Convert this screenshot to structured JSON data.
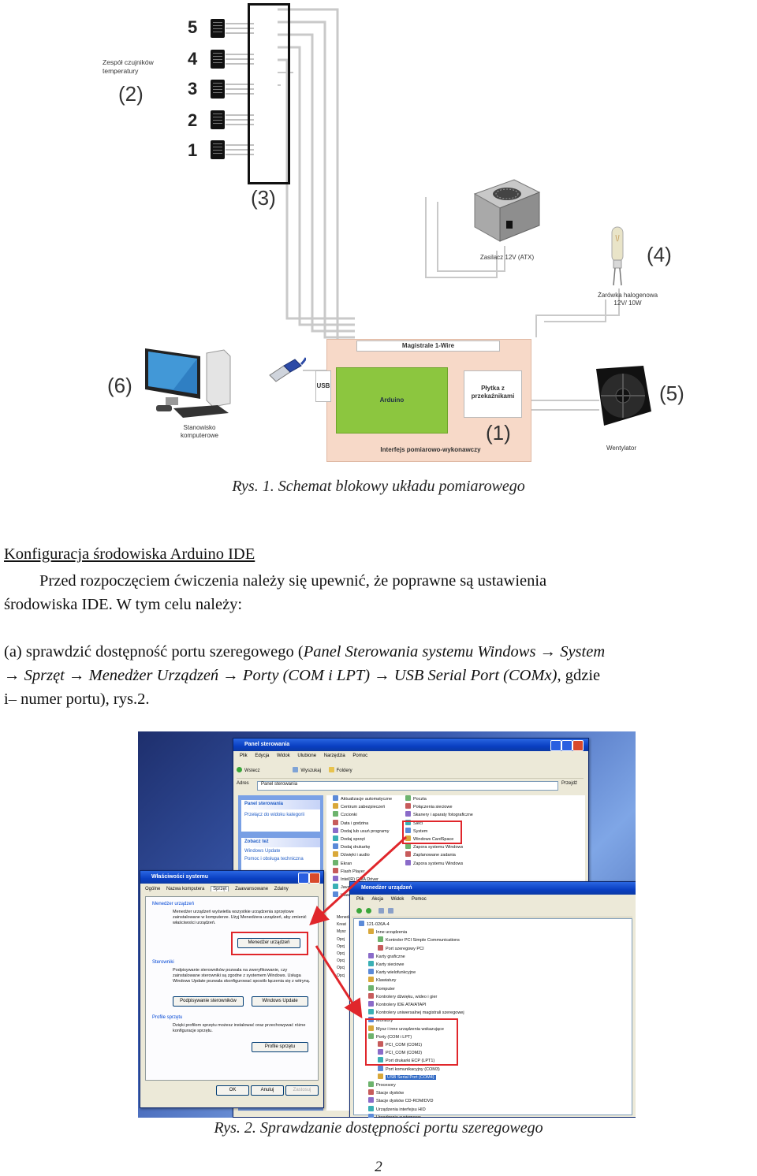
{
  "figure1": {
    "sensor_group_label": "Zespół czujników temperatury",
    "sensor_numbers": [
      "5",
      "4",
      "3",
      "2",
      "1"
    ],
    "tags": {
      "t1": "(1)",
      "t2": "(2)",
      "t3": "(3)",
      "t4": "(4)",
      "t5": "(5)",
      "t6": "(6)"
    },
    "bus_label": "Magistrale 1-Wire",
    "usb_label": "USB",
    "arduino_label": "Arduino",
    "relay_label": "Płytka z przekaźnikami",
    "interface_label": "Interfejs pomiarowo-wykonawczy",
    "psu_label": "Zasilacz 12V (ATX)",
    "bulb_label": "Żarówka halogenowa 12V/ 10W",
    "fan_label": "Wentylator",
    "station_label": "Stanowisko komputerowe",
    "caption": "Rys. 1. Schemat blokowy układu pomiarowego"
  },
  "text": {
    "heading": "Konfiguracja środowiska Arduino IDE",
    "intro_line1": "Przed rozpoczęciem ćwiczenia należy się upewnić, że poprawne są ustawienia",
    "intro_line2": "środowiska IDE. W tym celu należy:",
    "item_a_prefix": "(a) sprawdzić dostępność portu szeregowego (",
    "item_a_italic1": "Panel Sterowania systemu Windows → System",
    "item_a_italic2": "→ Sprzęt → Menedżer Urządzeń → Porty (COM i LPT) → USB Serial Port (COMx)",
    "item_a_suffix2": ", gdzie",
    "item_a_line3": "i– numer portu), rys.2."
  },
  "figure2": {
    "control_panel": {
      "title": "Panel sterowania",
      "menu": [
        "Plik",
        "Edycja",
        "Widok",
        "Ulubione",
        "Narzędzia",
        "Pomoc"
      ],
      "back_label": "Wstecz",
      "search_label": "Wyszukaj",
      "folders_label": "Foldery",
      "address_label": "Adres",
      "address_value": "Panel sterowania",
      "go_label": "Przejdź",
      "side_title": "Panel sterowania",
      "side_link": "Przełącz do widoku kategorii",
      "see_also": "Zobacz też",
      "see_also_items": [
        "Windows Update",
        "Pomoc i obsługa techniczna"
      ],
      "items_col1": [
        "Aktualizacje automatyczne",
        "Centrum zabezpieczeń",
        "Czcionki",
        "Data i godzina",
        "Dodaj lub usuń programy",
        "Dodaj sprzęt",
        "Dodaj drukarkę",
        "Dźwięki i audio",
        "Ekran",
        "Flash Player",
        "Intel(R) GMA Driver",
        "Java",
        "Klawiatura"
      ],
      "items_col2": [
        "Poczta",
        "Połączenia sieciowe",
        "Skanery i aparaty fotograficzne",
        "Sieci",
        "System",
        "Windows CardSpace",
        "Zapora systemu Windows",
        "Zaplanowane zadania",
        "Zapora systemu Windows"
      ]
    },
    "system_properties": {
      "title": "Właściwości systemu",
      "tabs": [
        "Ogólne",
        "Nazwa komputera",
        "Sprzęt",
        "Zaawansowane",
        "Zdalny"
      ],
      "group1": "Menedżer urządzeń",
      "group1_text": "Menedżer urządzeń wyświetla wszystkie urządzenia sprzętowe zainstalowane w komputerze. Użyj Menedżera urządzeń, aby zmienić właściwości urządzeń.",
      "group1_btn": "Menedżer urządzeń",
      "group2": "Sterowniki",
      "group2_text": "Podpisywanie sterowników pozwala na zweryfikowanie, czy zainstalowane sterowniki są zgodne z systemem Windows. Usługa Windows Update pozwala skonfigurować sposób łączenia się z witryną.",
      "group2_btn1": "Podpisywanie sterowników",
      "group2_btn2": "Windows Update",
      "group3": "Profile sprzętu",
      "group3_text": "Dzięki profilom sprzętu możesz instalować oraz przechowywać różne konfiguracje sprzętu.",
      "group3_btn": "Profile sprzętu",
      "ok": "OK",
      "cancel": "Anuluj",
      "apply": "Zastosuj"
    },
    "device_manager": {
      "title": "Menedżer urządzeń",
      "menu": [
        "Plik",
        "Akcja",
        "Widok",
        "Pomoc"
      ],
      "tree": [
        "121-026A-4",
        "Inne urządzenia",
        "Kontroler PCI Simple Communications",
        "Port szeregowy PCI",
        "Karty graficzne",
        "Karty sieciowe",
        "Karty wielofunkcyjne",
        "Klawiatury",
        "Komputer",
        "Kontrolery dźwięku, wideo i gier",
        "Kontrolery IDE ATA/ATAPI",
        "Kontrolery uniwersalnej magistrali szeregowej",
        "Monitory",
        "Mysz i inne urządzenia wskazujące"
      ],
      "ports_group": [
        "Porty (COM i LPT)",
        "PCI_COM (COM1)",
        "PCI_COM (COM2)",
        "Port drukarki ECP (LPT1)",
        "Port komunikacyjny (COM3)",
        "USB Serial Port (COM4)"
      ],
      "tree_after": [
        "Procesory",
        "Stacje dysków",
        "Stacje dysków CD-ROM/DVD",
        "Urządzenia interfejsu HID",
        "Urządzenia systemowe"
      ],
      "left_column_items": [
        "Menedżer",
        "Kreat",
        "Mysz",
        "Opcj",
        "Opcj",
        "Opcj",
        "Opcj",
        "Opcj",
        "Opcj"
      ]
    },
    "caption": "Rys. 2. Sprawdzanie dostępności portu szeregowego"
  },
  "page_number": "2"
}
